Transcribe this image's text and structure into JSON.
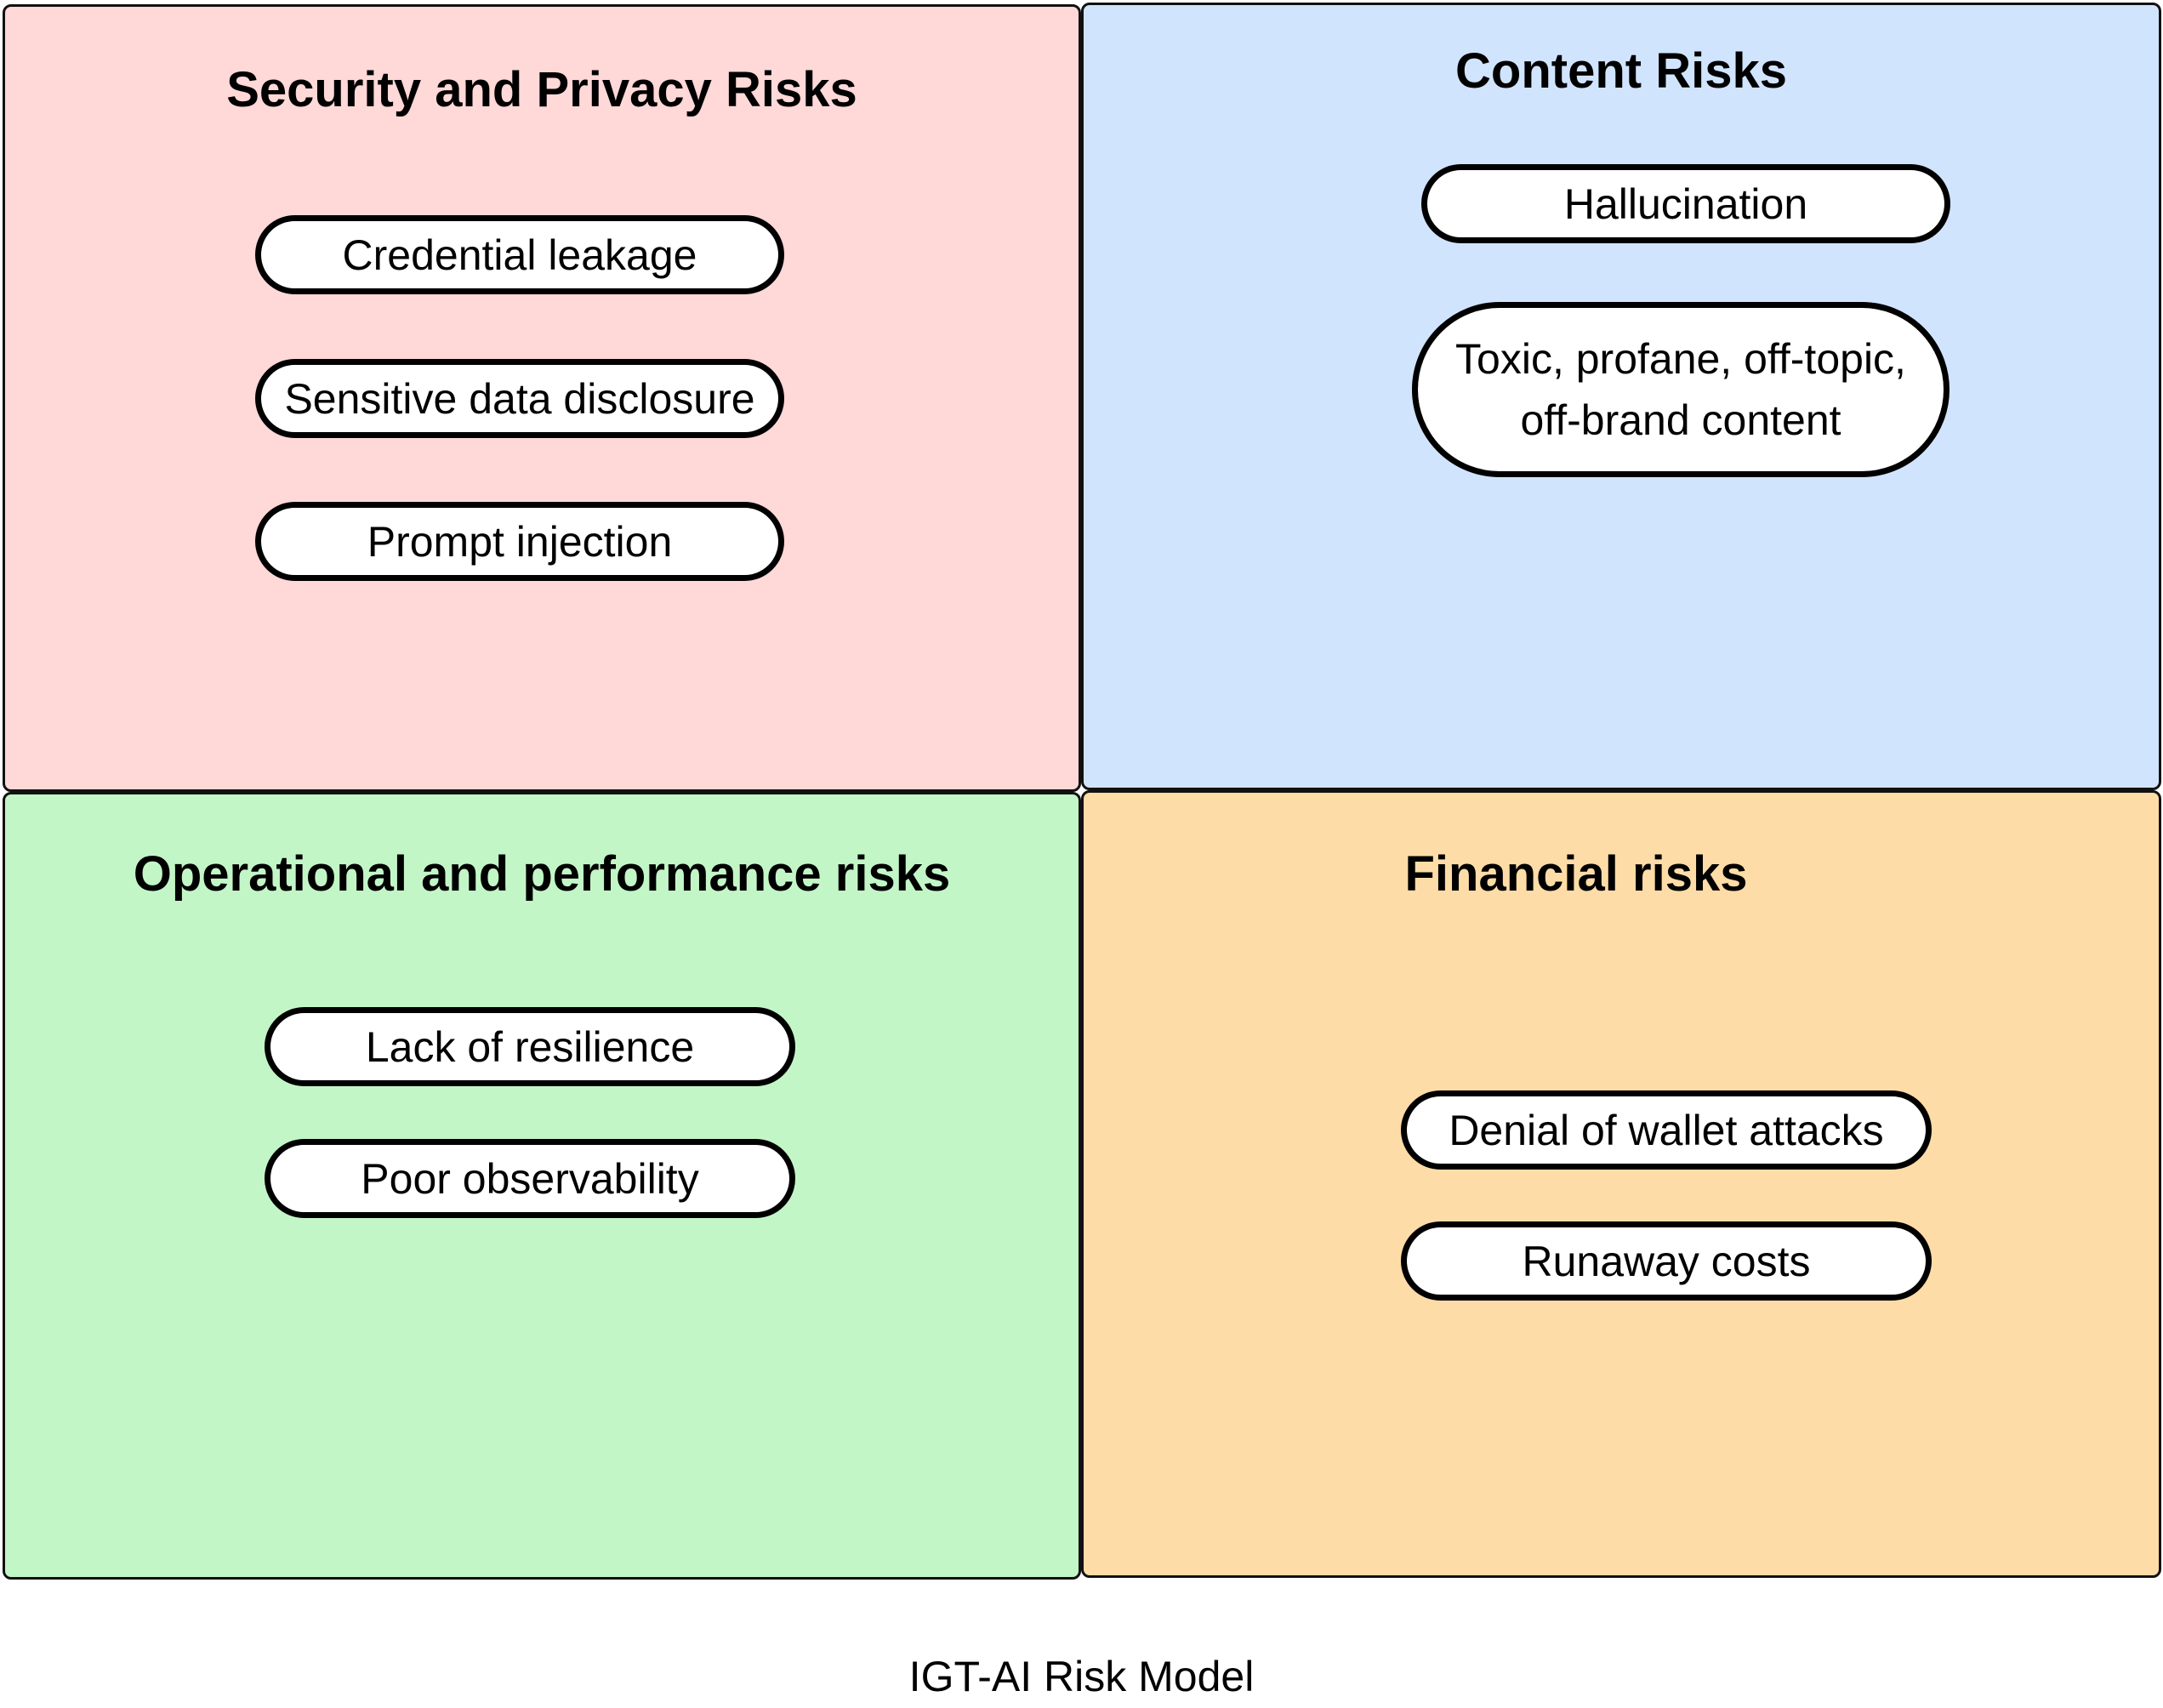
{
  "quadrants": [
    {
      "title": "Security and Privacy Risks",
      "color": "#FFD8D8",
      "items": [
        "Credential leakage",
        "Sensitive data disclosure",
        "Prompt injection"
      ]
    },
    {
      "title": "Content Risks",
      "color": "#D1E4FD",
      "items": [
        "Hallucination",
        "Toxic, profane, off-topic, off-brand content"
      ]
    },
    {
      "title": "Operational and performance risks",
      "color": "#C3F6C7",
      "items": [
        "Lack of resilience",
        "Poor observability"
      ]
    },
    {
      "title": "Financial risks",
      "color": "#FEDCA7",
      "items": [
        "Denial of wallet attacks",
        "Runaway costs"
      ]
    }
  ],
  "caption": "IGT-AI Risk Model"
}
